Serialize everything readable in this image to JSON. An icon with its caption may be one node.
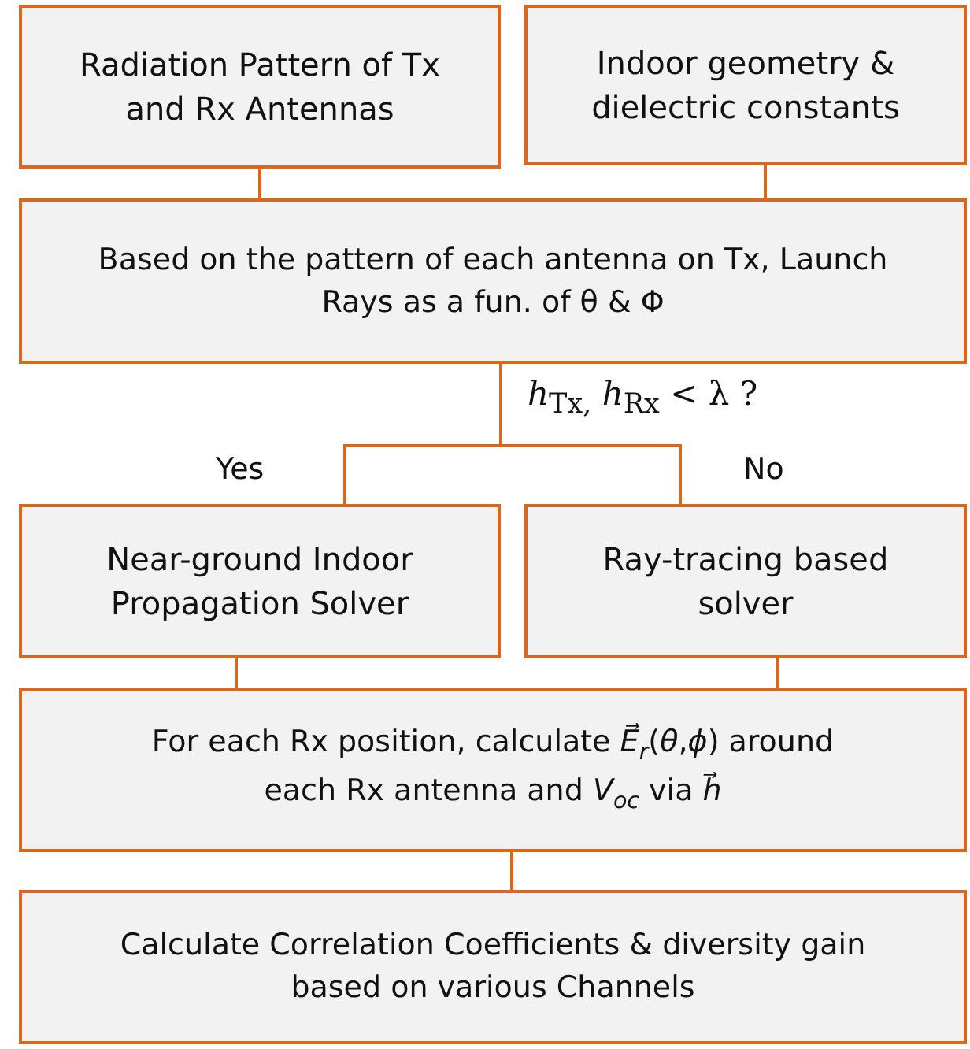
{
  "diagram": {
    "nodes": [
      {
        "text": [
          "Radiation Pattern of Tx and Rx Antennas"
        ]
      },
      {
        "text": [
          "Indoor geometry & dielectric constants"
        ]
      },
      {
        "text": [
          "Based on the pattern of each antenna on Tx, Launch Rays as a fun. of θ & Φ"
        ]
      },
      {
        "text": [
          "Near-ground Indoor Propagation Solver"
        ]
      },
      {
        "text": [
          "Ray-tracing based solver"
        ]
      },
      {
        "text": [
          "For each Rx position, calculate *E⃗*$_{r}$(*θ*,*ϕ*) around each Rx antenna and *V*$_{oc}$ via *h⃗*"
        ]
      },
      {
        "text": [
          "Calculate Correlation Coefficients & diversity gain based on various Channels"
        ]
      }
    ],
    "edges": [
      {
        "from": 0,
        "to": 2,
        "arrow": "none"
      },
      {
        "from": 1,
        "to": 2,
        "arrow": "none"
      },
      {
        "from": 2,
        "to": 3,
        "arrow": "none",
        "label": "Yes"
      },
      {
        "from": 2,
        "to": 4,
        "arrow": "none",
        "label": "No"
      },
      {
        "from": 3,
        "to": 5,
        "arrow": "none"
      },
      {
        "from": 4,
        "to": 5,
        "arrow": "none"
      },
      {
        "from": 5,
        "to": 6,
        "arrow": "none"
      }
    ],
    "labels": [
      "*h*$_{Tx,}$ *h*$_{Rx}$ < λ ?"
    ]
  }
}
